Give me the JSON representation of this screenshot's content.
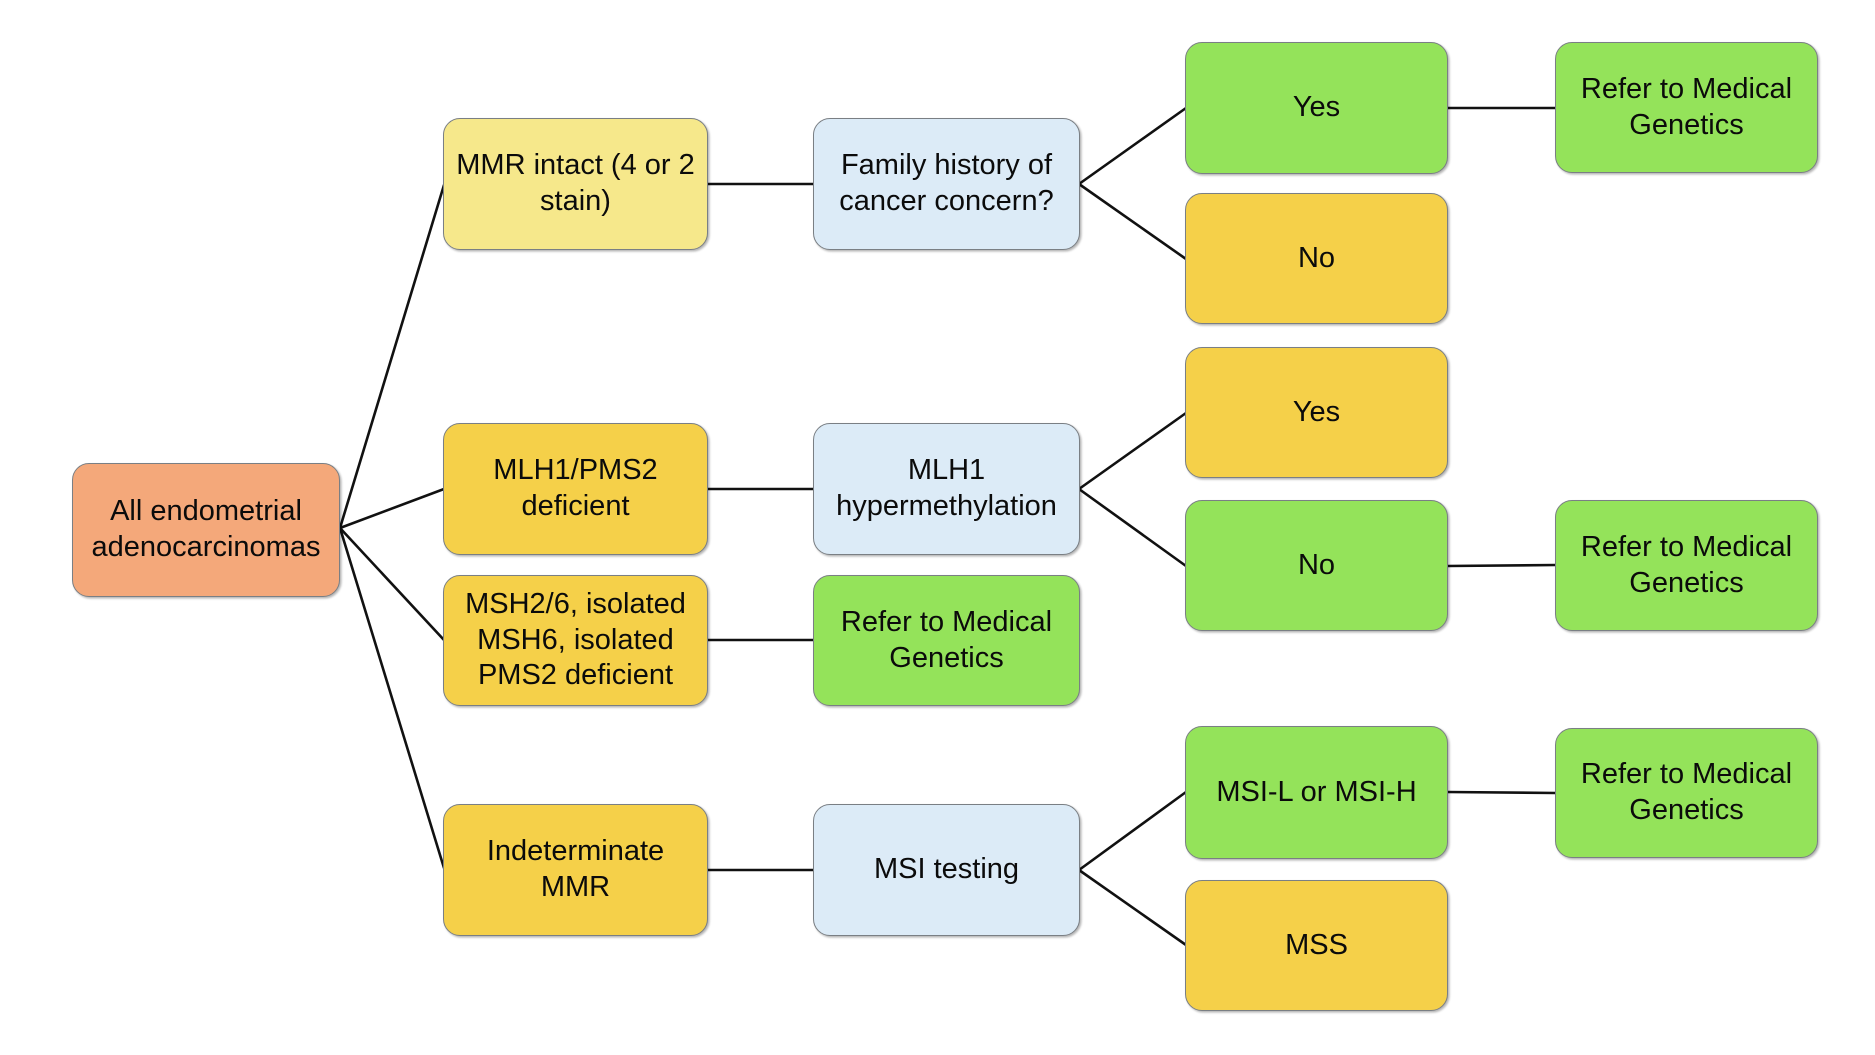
{
  "palette": {
    "salmon": "#F4A87A",
    "lightyellow": "#F6E88B",
    "gold": "#F5D049",
    "blue": "#DCEBF7",
    "green": "#94E35A",
    "line": "#111111"
  },
  "nodes": {
    "root": {
      "label": "All endometrial adenocarcinomas"
    },
    "mmr_intact": {
      "label": "MMR intact (4 or 2 stain)"
    },
    "family_history": {
      "label": "Family history of cancer concern?"
    },
    "fh_yes": {
      "label": "Yes"
    },
    "fh_no": {
      "label": "No"
    },
    "refer_top": {
      "label": "Refer to Medical Genetics"
    },
    "mlh1_pms2": {
      "label": "MLH1/PMS2 deficient"
    },
    "mlh1_hyper": {
      "label": "MLH1 hypermethylation"
    },
    "hyper_yes": {
      "label": "Yes"
    },
    "hyper_no": {
      "label": "No"
    },
    "refer_mid": {
      "label": "Refer to Medical Genetics"
    },
    "msh26": {
      "label": "MSH2/6, isolated MSH6, isolated PMS2 deficient"
    },
    "refer_msh": {
      "label": "Refer to Medical Genetics"
    },
    "indeterminate": {
      "label": "Indeterminate MMR"
    },
    "msi_testing": {
      "label": "MSI testing"
    },
    "msi_lh": {
      "label": "MSI-L or MSI-H"
    },
    "msi_mss": {
      "label": "MSS"
    },
    "refer_bottom": {
      "label": "Refer to Medical Genetics"
    }
  }
}
